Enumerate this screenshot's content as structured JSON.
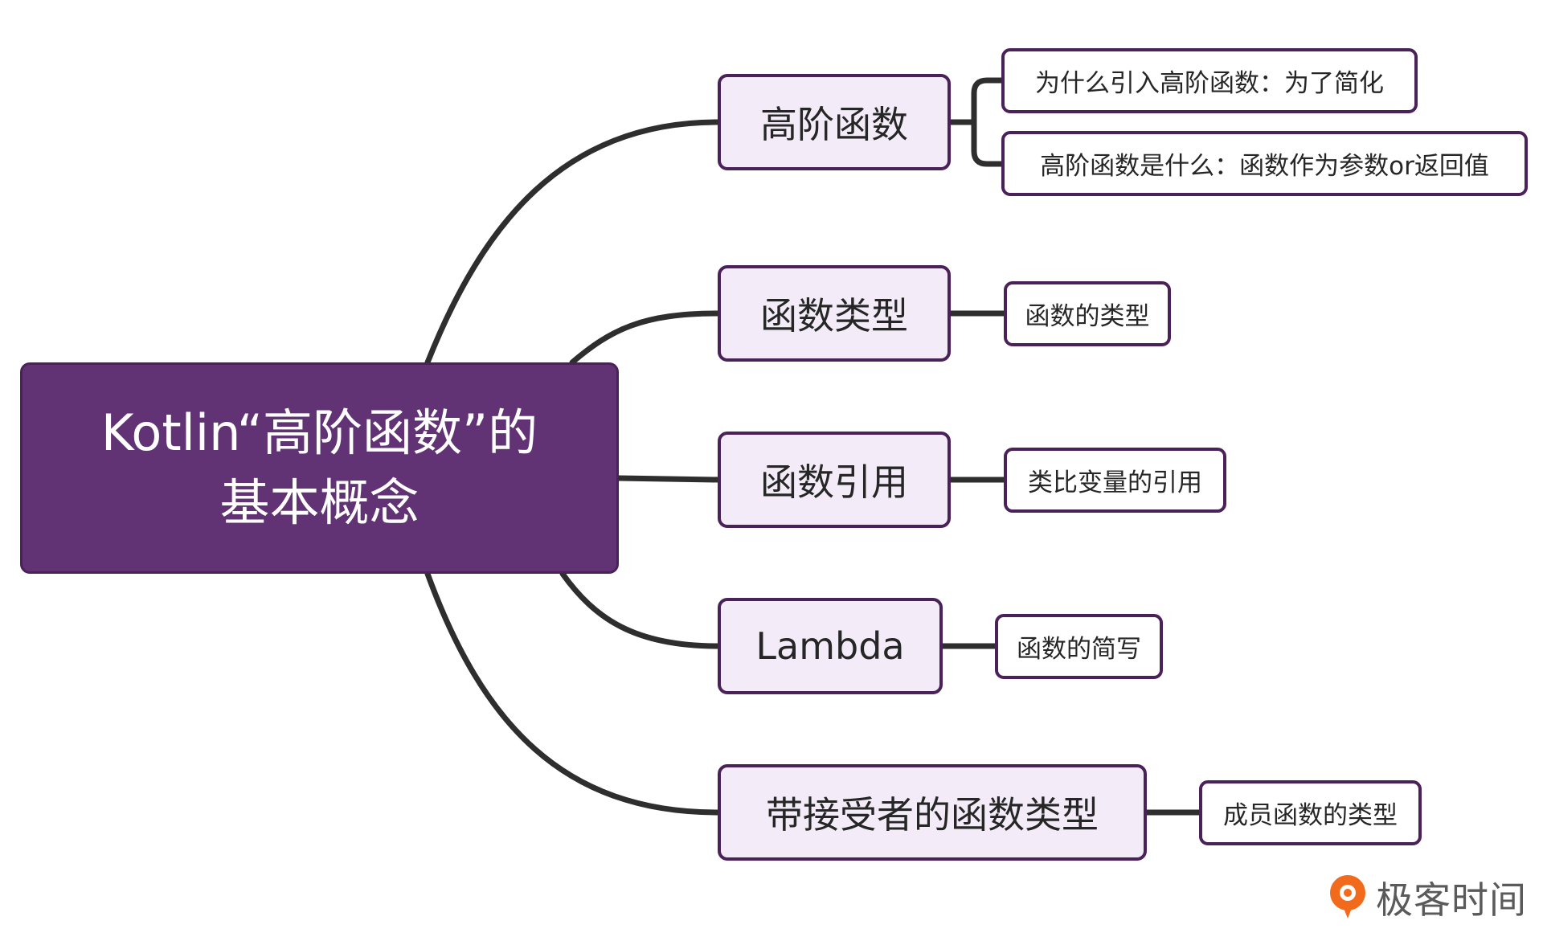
{
  "root": {
    "line1": "Kotlin“高阶函数”的",
    "line2": "基本概念"
  },
  "branches": [
    {
      "label": "高阶函数",
      "children": [
        "为什么引入高阶函数：为了简化",
        "高阶函数是什么：函数作为参数or返回值"
      ]
    },
    {
      "label": "函数类型",
      "children": [
        "函数的类型"
      ]
    },
    {
      "label": "函数引用",
      "children": [
        "类比变量的引用"
      ]
    },
    {
      "label": "Lambda",
      "children": [
        "函数的简写"
      ]
    },
    {
      "label": "带接受者的函数类型",
      "children": [
        "成员函数的类型"
      ]
    }
  ],
  "watermark": {
    "icon": "geekbang-logo-icon",
    "text": "极客时间"
  },
  "colors": {
    "root_fill": "#623374",
    "node_border": "#4a2158",
    "branch_fill": "#f3ecf8",
    "leaf_fill": "#ffffff",
    "connector": "#2e2e2e",
    "logo_orange": "#f26b1d"
  }
}
